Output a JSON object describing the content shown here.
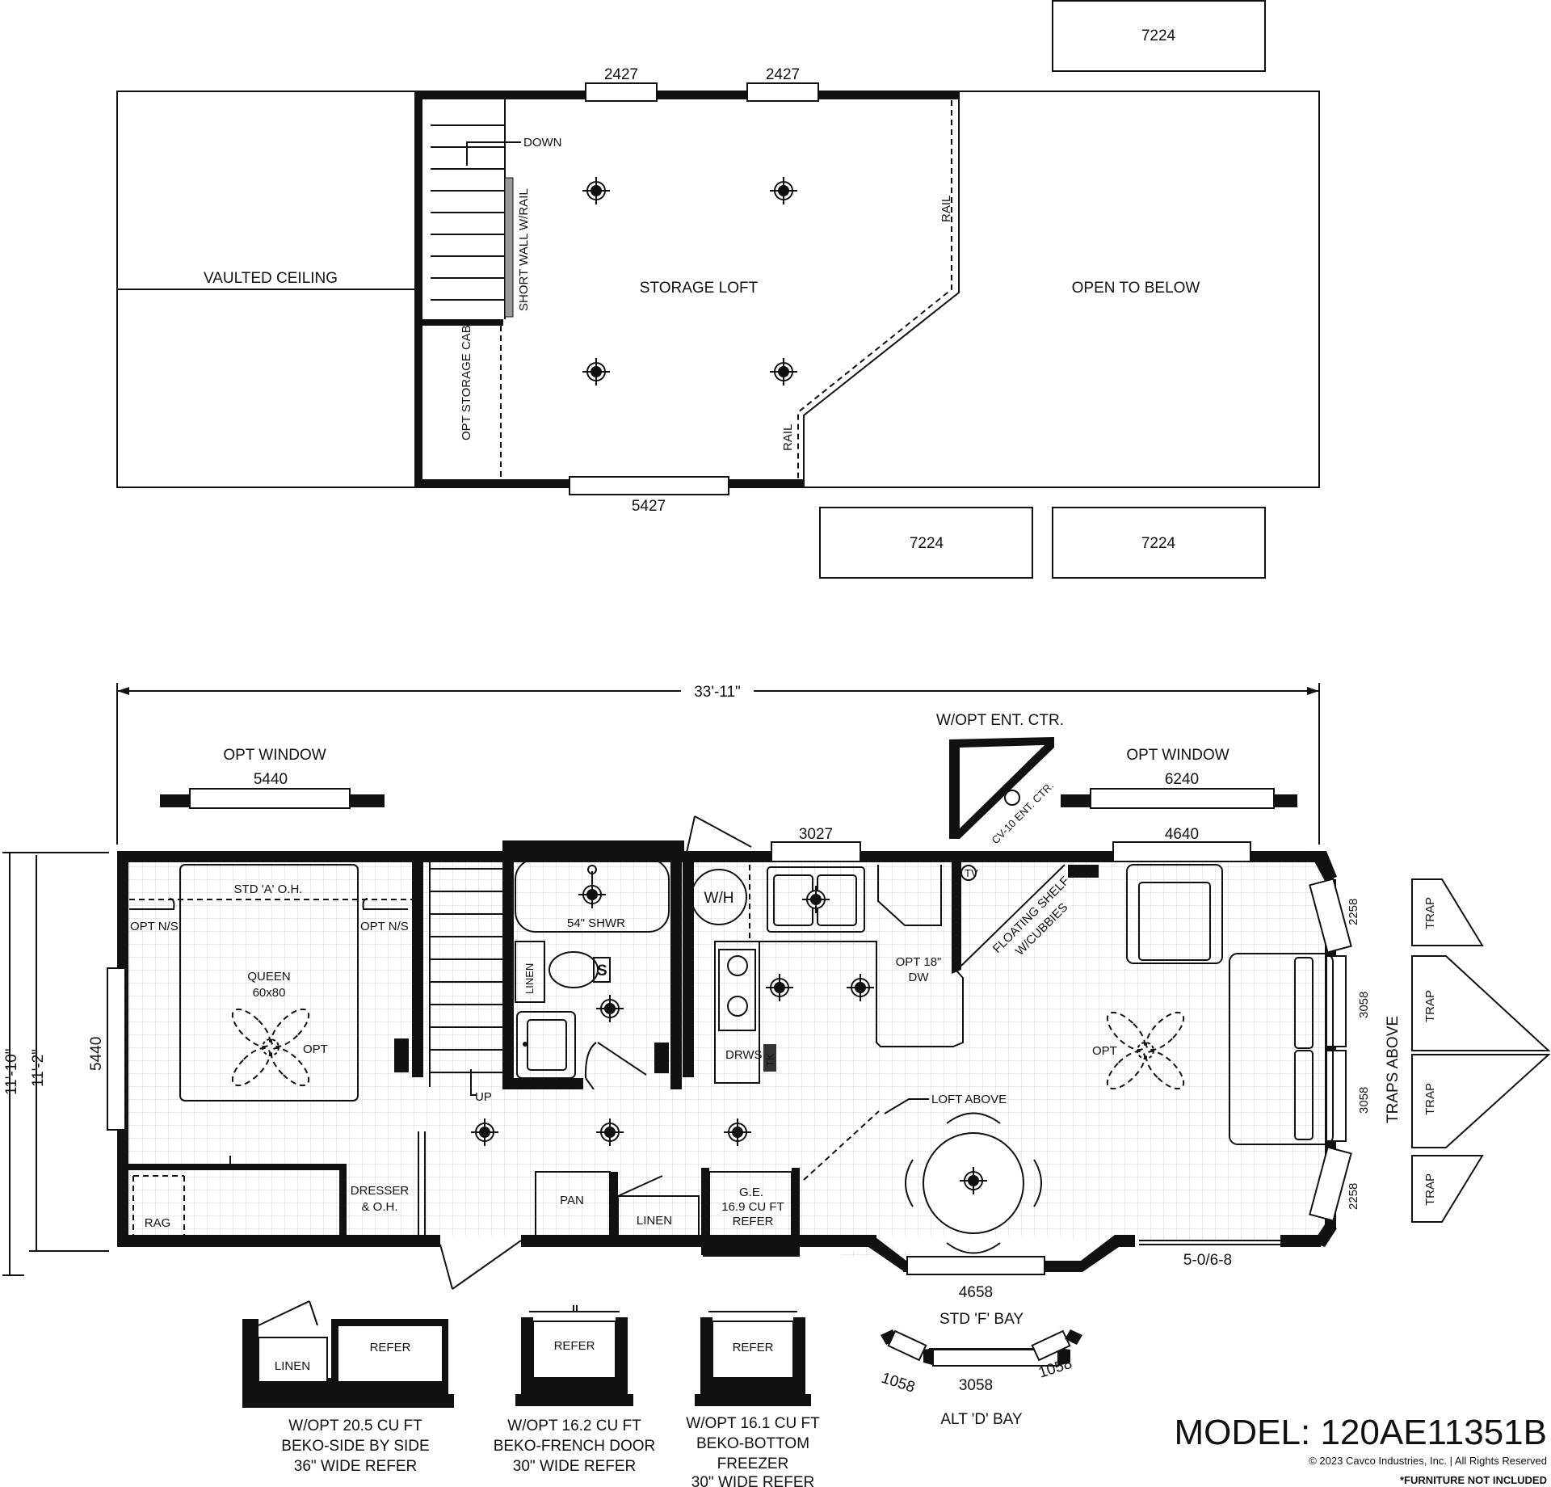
{
  "loft": {
    "top_window_box": "7224",
    "window_left": "2427",
    "window_right": "2427",
    "down": "DOWN",
    "short_wall": "SHORT WALL W/RAIL",
    "storage_loft": "STORAGE LOFT",
    "rail_upper": "RAIL",
    "rail_lower": "RAIL",
    "vaulted": "VAULTED CEILING",
    "open_below": "OPEN TO BELOW",
    "storage_cab": "OPT STORAGE CAB",
    "bottom_window": "5427",
    "bottom_box_left": "7224",
    "bottom_box_right": "7224"
  },
  "main": {
    "overall_width": "33'-11\"",
    "opt_window_left_title": "OPT WINDOW",
    "opt_window_left_size": "5440",
    "opt_window_right_title": "OPT WINDOW",
    "opt_window_right_size": "6240",
    "ent_ctr_title": "W/OPT ENT. CTR.",
    "ent_ctr_label": "CV-10 ENT. CTR.",
    "window_3027": "3027",
    "window_4640": "4640",
    "window_2258_top": "2258",
    "window_3058_a": "3058",
    "window_3058_b": "3058",
    "window_2258_bottom": "2258",
    "dim_height_outer": "11'-10\"",
    "dim_height_inner": "11'-2\"",
    "window_5440_side": "5440",
    "std_a_oh": "STD 'A' O.H.",
    "opt_ns_left": "OPT N/S",
    "opt_ns_right": "OPT N/S",
    "queen": "QUEEN",
    "queen_size": "60x80",
    "opt_fan_bed": "OPT",
    "shower": "54\" SHWR",
    "linen_bath": "LINEN",
    "wh": "W/H",
    "drws": "DRWS",
    "opt_dw": "OPT 18\"",
    "dw": "DW",
    "floating_shelf": "FLOATING SHELF",
    "cubbies": "W/CUBBIES",
    "tv": "TV",
    "opt_fan_living": "OPT",
    "loft_above": "LOFT ABOVE",
    "up": "UP",
    "rag": "RAG",
    "dresser": "DRESSER",
    "dresser_oh": "& O.H.",
    "pan": "PAN",
    "linen_hall": "LINEN",
    "refer_ge": "G.E.",
    "refer_ge_size": "16.9 CU FT",
    "refer_ge_label": "REFER",
    "door": "5-0/6-8",
    "bay_window": "4658",
    "std_bay": "STD 'F' BAY",
    "traps_above": "TRAPS ABOVE",
    "trap": "TRAP"
  },
  "options": {
    "side_by_side": {
      "linen": "LINEN",
      "refer": "REFER",
      "line1": "W/OPT 20.5 CU FT",
      "line2": "BEKO-SIDE BY SIDE",
      "line3": "36\" WIDE REFER"
    },
    "french_door": {
      "refer": "REFER",
      "line1": "W/OPT 16.2 CU FT",
      "line2": "BEKO-FRENCH DOOR",
      "line3": "30\" WIDE REFER"
    },
    "bottom_freezer": {
      "refer": "REFER",
      "line1": "W/OPT 16.1 CU FT",
      "line2": "BEKO-BOTTOM",
      "line3": "FREEZER",
      "line4": "30\" WIDE REFER"
    },
    "alt_bay": {
      "left": "1058",
      "center": "3058",
      "right": "1058",
      "label": "ALT 'D' BAY"
    }
  },
  "footer": {
    "model": "MODEL: 120AE11351B",
    "copyright": "© 2023 Cavco Industries, Inc. | All Rights Reserved",
    "furniture": "*FURNITURE NOT INCLUDED"
  }
}
